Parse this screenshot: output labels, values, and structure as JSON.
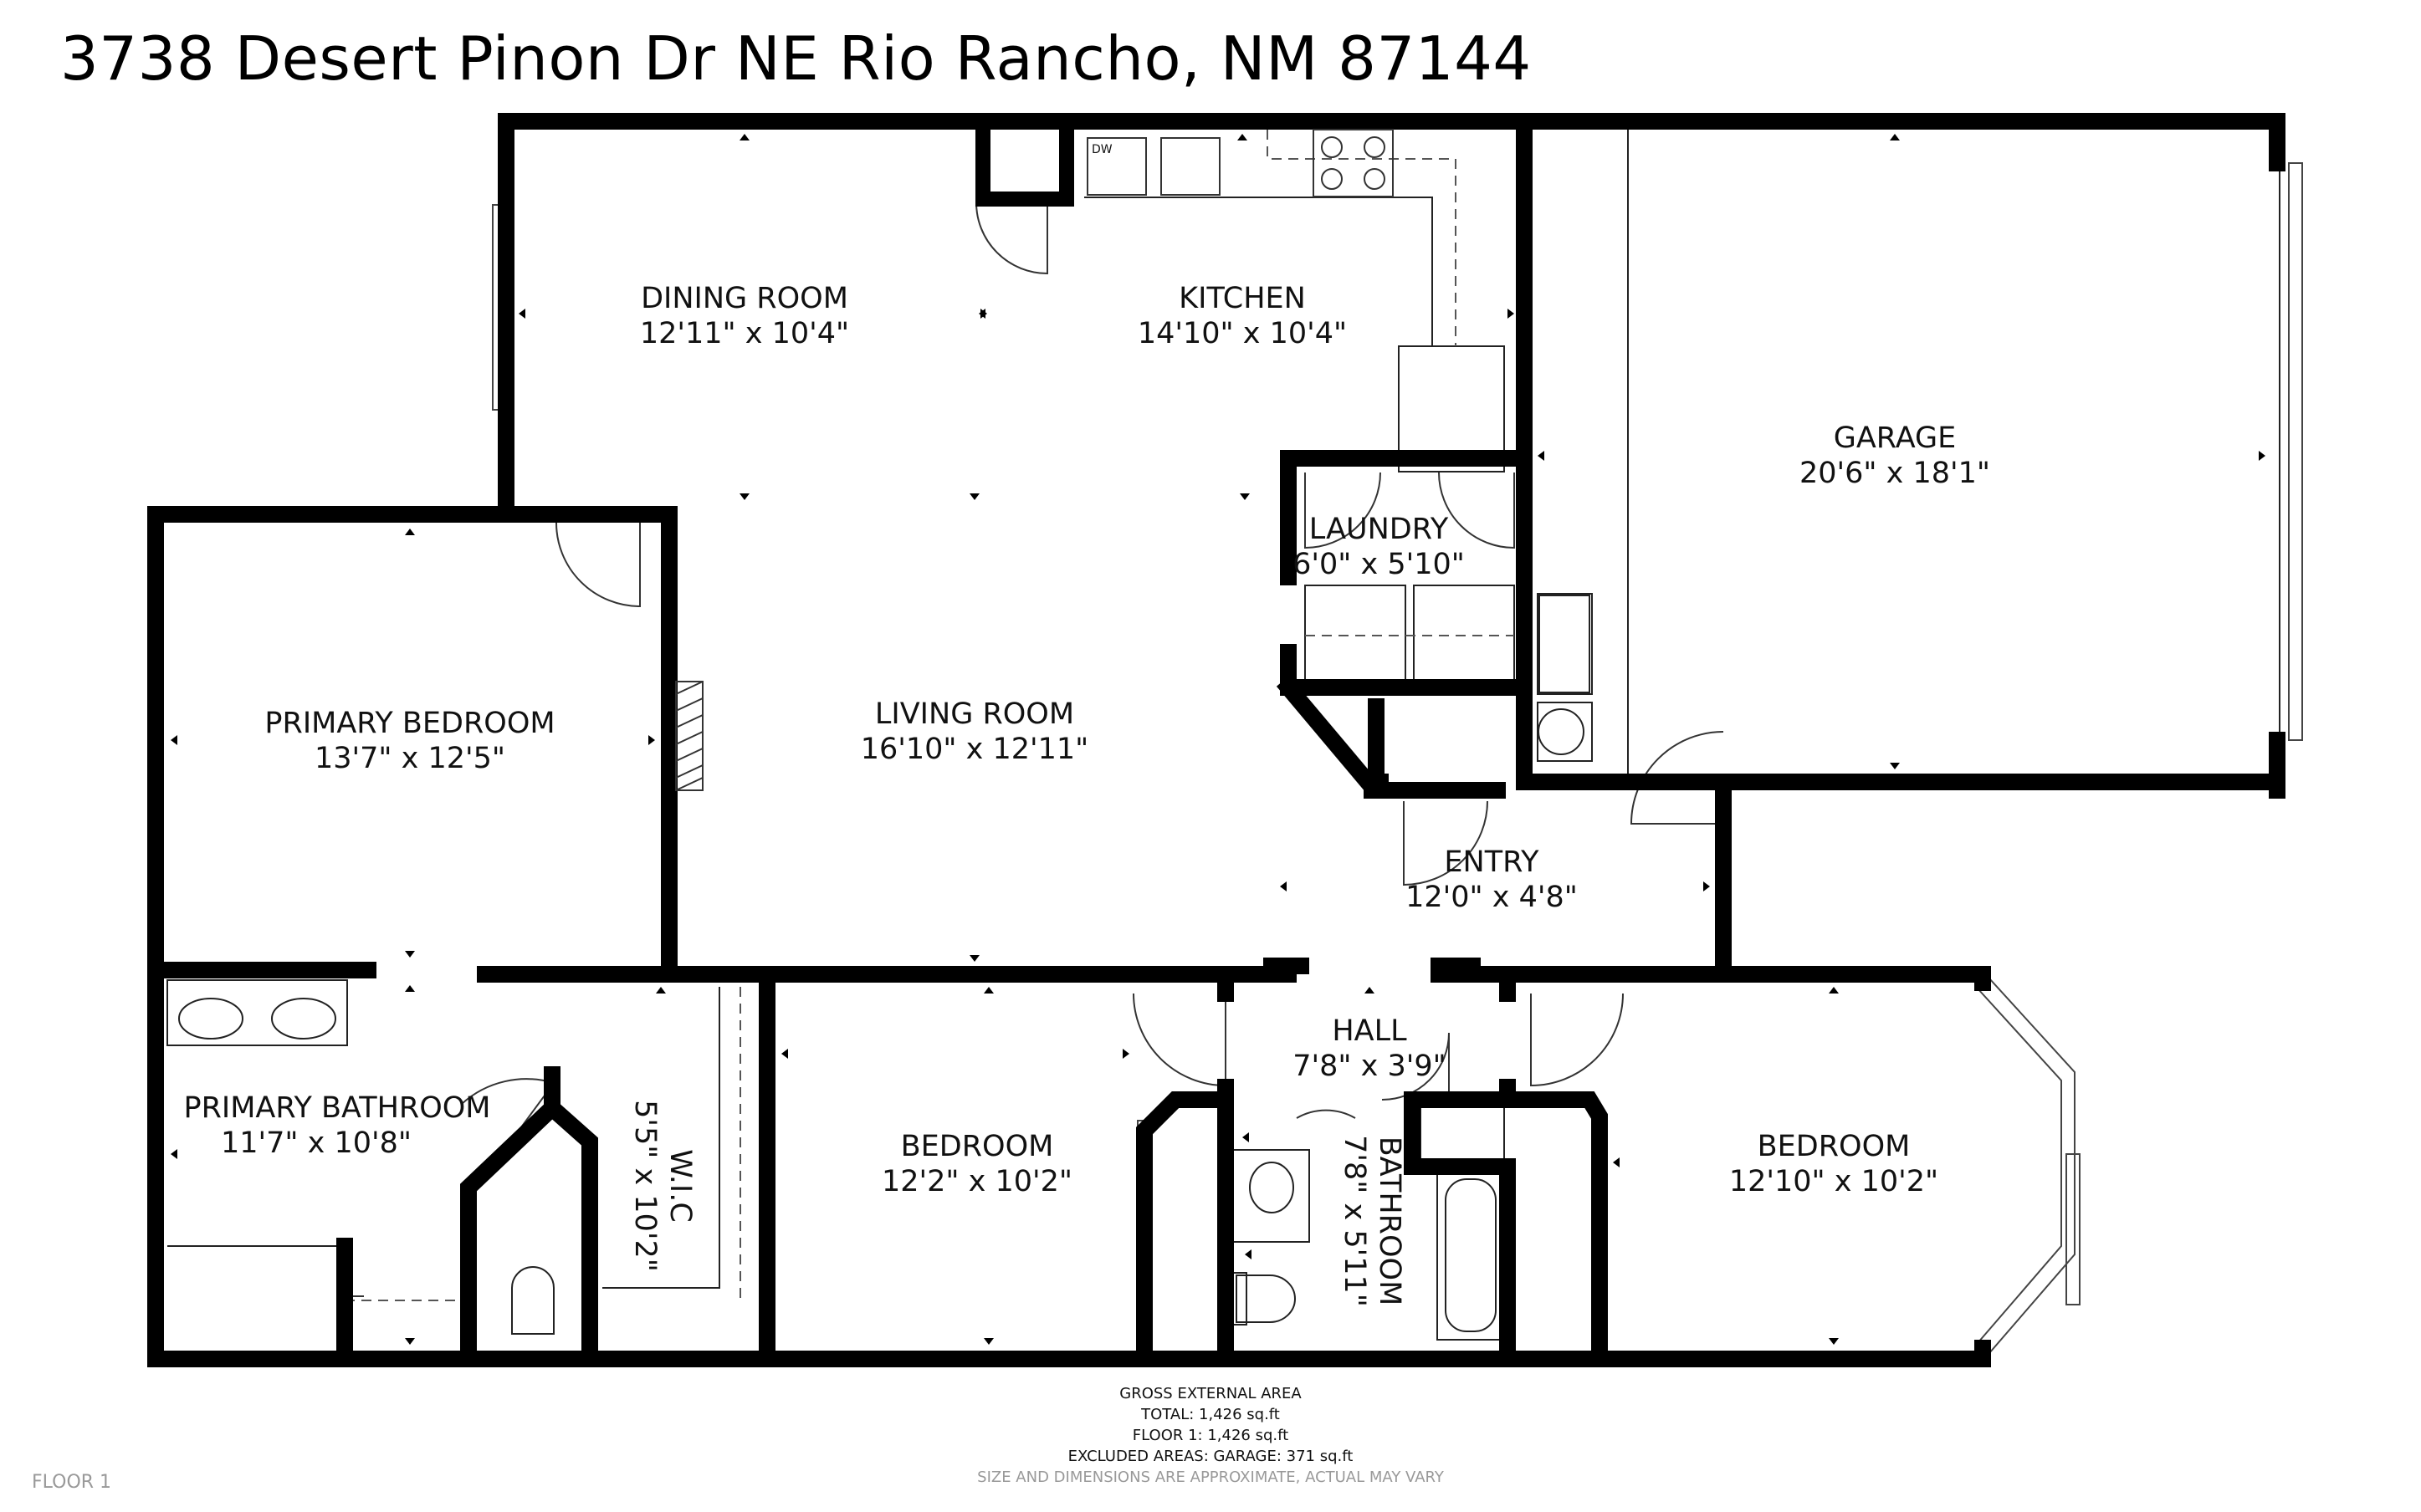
{
  "title": "3738 Desert Pinon Dr NE Rio Rancho, NM 87144",
  "rooms": {
    "dining": {
      "name": "DINING ROOM",
      "dim": "12'11\" x 10'4\""
    },
    "kitchen": {
      "name": "KITCHEN",
      "dim": "14'10\" x 10'4\""
    },
    "garage": {
      "name": "GARAGE",
      "dim": "20'6\" x 18'1\""
    },
    "laundry": {
      "name": "LAUNDRY",
      "dim": "6'0\" x 5'10\""
    },
    "primary_bedroom": {
      "name": "PRIMARY BEDROOM",
      "dim": "13'7\" x 12'5\""
    },
    "living": {
      "name": "LIVING ROOM",
      "dim": "16'10\" x 12'11\""
    },
    "entry": {
      "name": "ENTRY",
      "dim": "12'0\" x 4'8\""
    },
    "hall": {
      "name": "HALL",
      "dim": "7'8\" x 3'9\""
    },
    "primary_bath": {
      "name": "PRIMARY BATHROOM",
      "dim": "11'7\" x 10'8\""
    },
    "wic": {
      "name": "W.I.C",
      "dim": "5'5\" x 10'2\""
    },
    "bedroom2": {
      "name": "BEDROOM",
      "dim": "12'2\" x 10'2\""
    },
    "bathroom": {
      "name": "BATHROOM",
      "dim": "7'8\" x 5'11\""
    },
    "bedroom3": {
      "name": "BEDROOM",
      "dim": "12'10\" x 10'2\""
    }
  },
  "fixtures": {
    "dishwasher": "DW"
  },
  "footer": {
    "gross_label": "GROSS EXTERNAL AREA",
    "total": "TOTAL: 1,426 sq.ft",
    "floor1": "FLOOR 1: 1,426 sq.ft",
    "excluded": "EXCLUDED AREAS: GARAGE: 371 sq.ft",
    "disclaimer": "SIZE AND DIMENSIONS ARE APPROXIMATE, ACTUAL MAY VARY",
    "floor_label": "FLOOR 1"
  }
}
